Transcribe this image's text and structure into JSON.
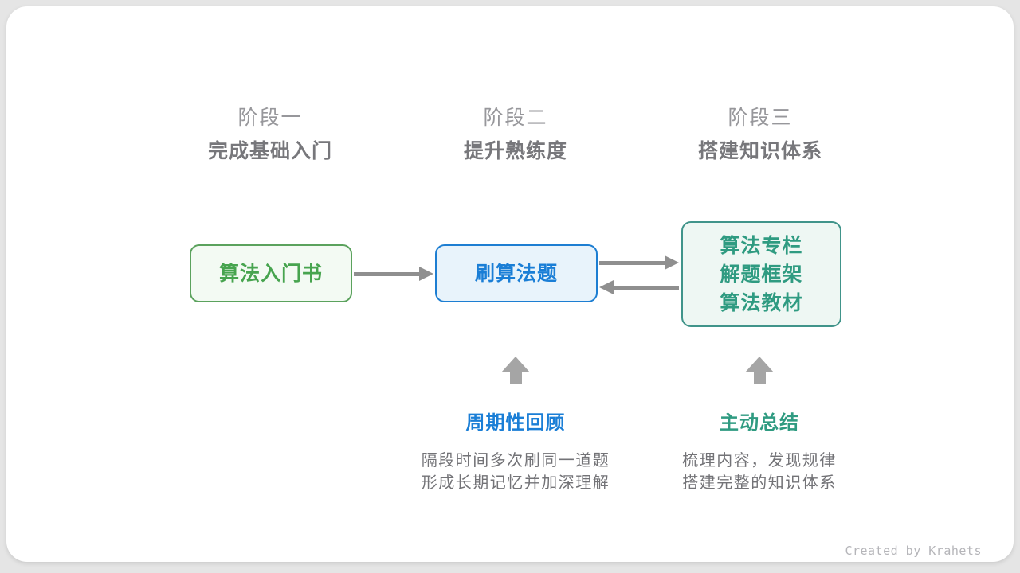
{
  "canvas": {
    "credit": "Created by Krahets"
  },
  "colors": {
    "arrow": "#8f8f8f",
    "up_arrow": "#a5a5a5",
    "stage_label": "#97979b",
    "stage_sublabel": "#77777b",
    "description_text": "#737377",
    "credit_text": "#b5b5b9"
  },
  "stages": [
    {
      "label": "阶段一",
      "sublabel": "完成基础入门"
    },
    {
      "label": "阶段二",
      "sublabel": "提升熟练度"
    },
    {
      "label": "阶段三",
      "sublabel": "搭建知识体系"
    }
  ],
  "nodes": [
    {
      "lines": [
        "算法入门书"
      ],
      "text_color": "#47a44f",
      "border_color": "#5ba25d",
      "bg_color": "#f3faf3"
    },
    {
      "lines": [
        "刷算法题"
      ],
      "text_color": "#1a7ed6",
      "border_color": "#1d7ed2",
      "bg_color": "#e8f3fb"
    },
    {
      "lines": [
        "算法专栏",
        "解题框架",
        "算法教材"
      ],
      "text_color": "#2f9b81",
      "border_color": "#40948a",
      "bg_color": "#eef7f3"
    }
  ],
  "annotations": [
    {
      "title": "周期性回顾",
      "title_color": "#1a7ed6",
      "lines": [
        "隔段时间多次刷同一道题",
        "形成长期记忆并加深理解"
      ]
    },
    {
      "title": "主动总结",
      "title_color": "#2f9b81",
      "lines": [
        "梳理内容，发现规律",
        "搭建完整的知识体系"
      ]
    }
  ]
}
